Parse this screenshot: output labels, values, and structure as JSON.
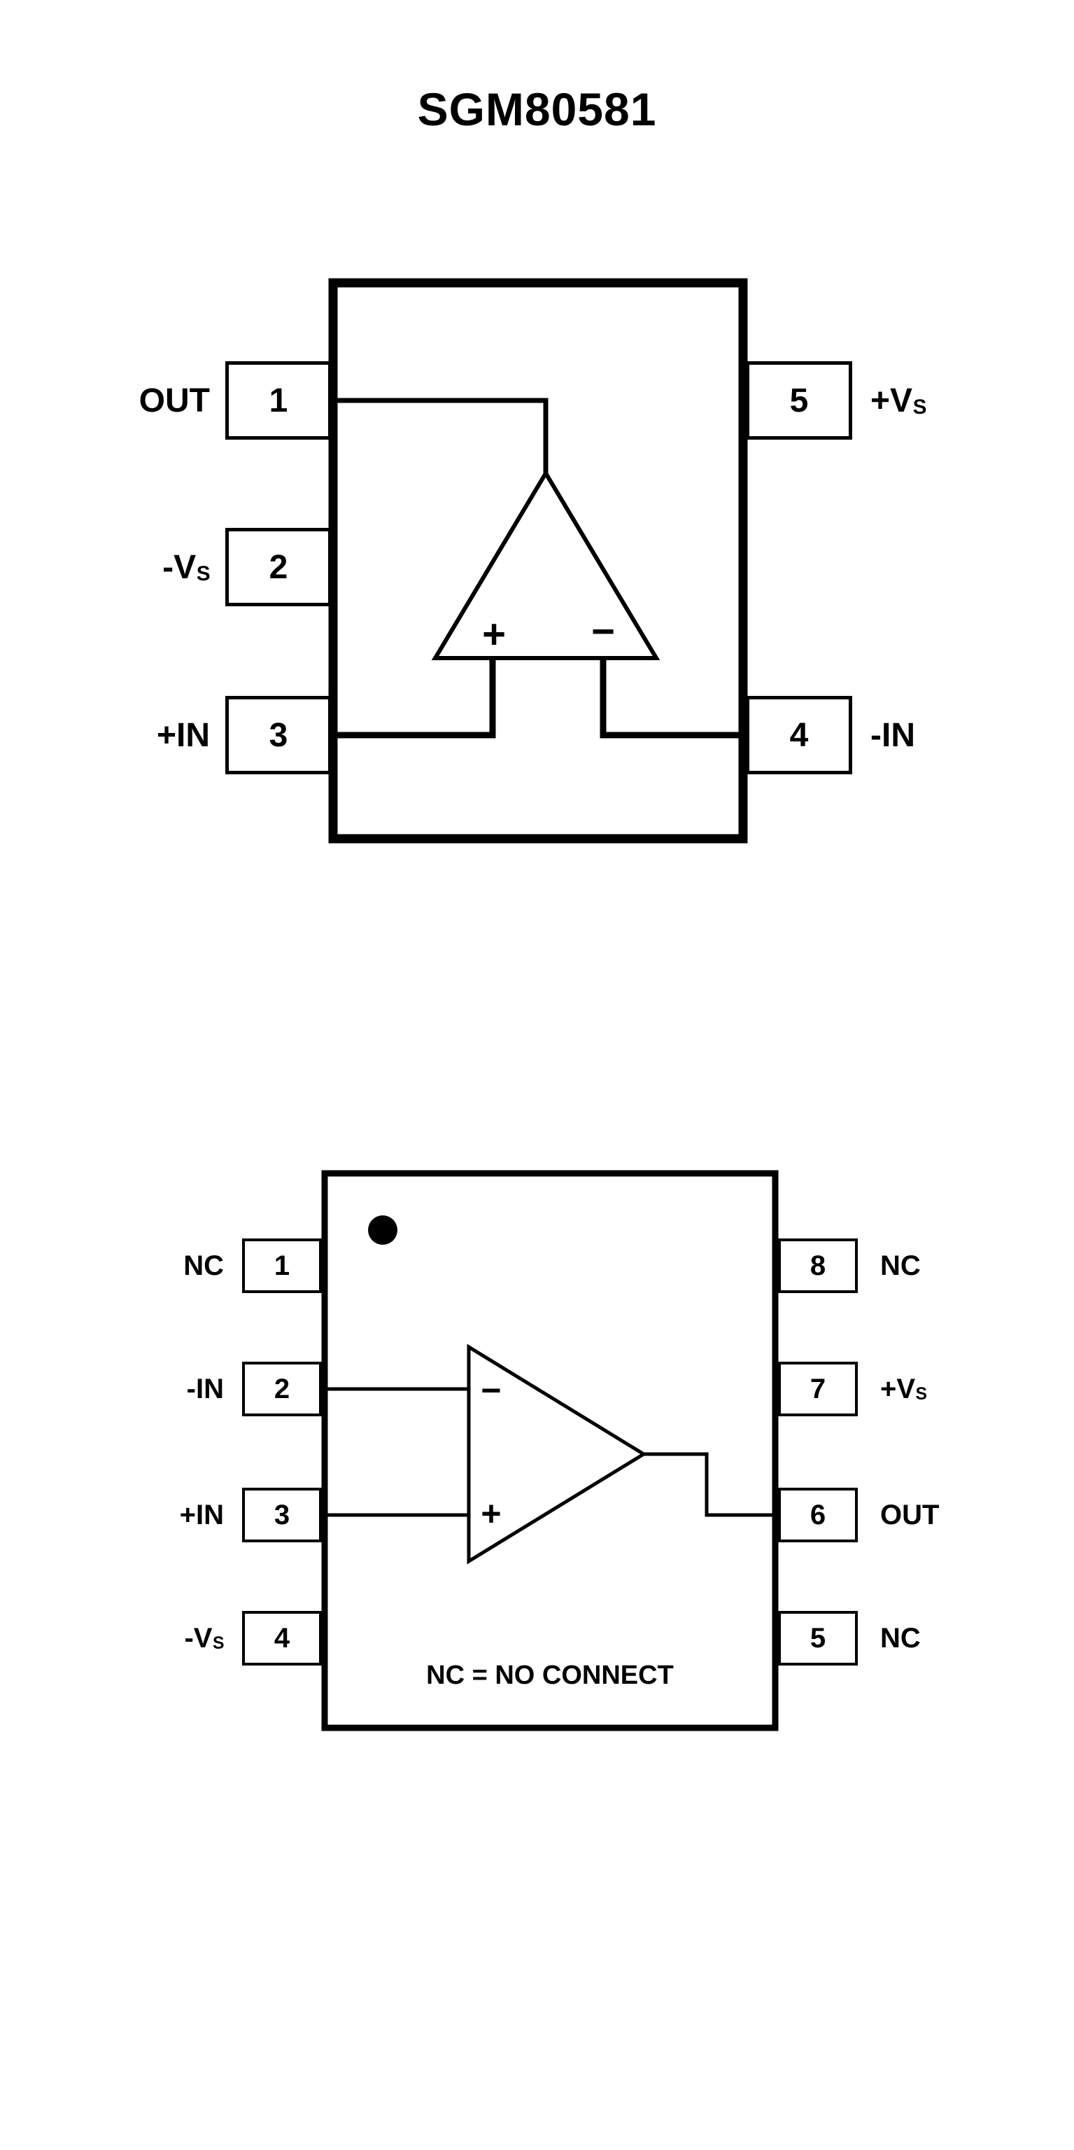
{
  "title": "SGM80581",
  "colors": {
    "ink": "#000000",
    "background": "#ffffff"
  },
  "packages": {
    "pkg5": {
      "left_pins": [
        {
          "number": "1",
          "label": "OUT",
          "label_sub": ""
        },
        {
          "number": "2",
          "label": "-V",
          "label_sub": "S"
        },
        {
          "number": "3",
          "label": "+IN",
          "label_sub": ""
        }
      ],
      "right_pins": [
        {
          "number": "5",
          "label": "+V",
          "label_sub": "S"
        },
        {
          "number": "4",
          "label": "-IN",
          "label_sub": ""
        }
      ],
      "opamp": {
        "plus": "+",
        "minus": "−"
      }
    },
    "pkg8": {
      "left_pins": [
        {
          "number": "1",
          "label": "NC",
          "label_sub": ""
        },
        {
          "number": "2",
          "label": "-IN",
          "label_sub": ""
        },
        {
          "number": "3",
          "label": "+IN",
          "label_sub": ""
        },
        {
          "number": "4",
          "label": "-V",
          "label_sub": "S"
        }
      ],
      "right_pins": [
        {
          "number": "8",
          "label": "NC",
          "label_sub": ""
        },
        {
          "number": "7",
          "label": "+V",
          "label_sub": "S"
        },
        {
          "number": "6",
          "label": "OUT",
          "label_sub": ""
        },
        {
          "number": "5",
          "label": "NC",
          "label_sub": ""
        }
      ],
      "opamp": {
        "plus": "+",
        "minus": "−"
      },
      "note": "NC = NO CONNECT"
    }
  }
}
